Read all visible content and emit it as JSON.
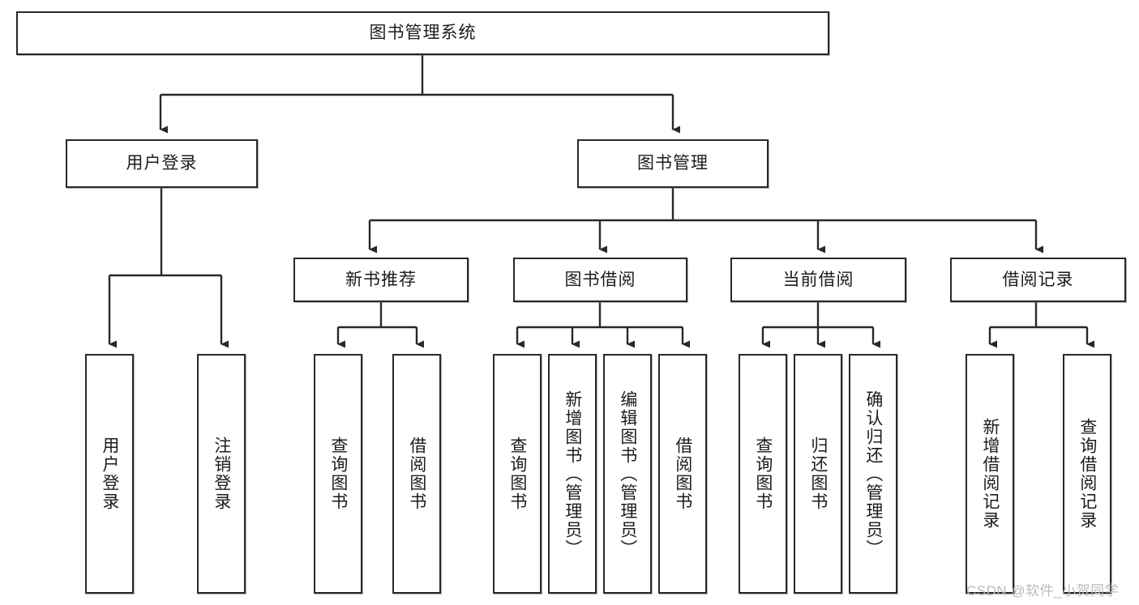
{
  "diagram": {
    "type": "tree-hierarchy-chart",
    "title": "图书管理系统",
    "orientation": "top-down",
    "colors": {
      "box_border": "#26282b",
      "box_fill": "#ffffff",
      "connector": "#26282b",
      "text": "#1b1c1d",
      "watermark": "#b9bbbe",
      "background": "#ffffff"
    },
    "levels": {
      "root": {
        "label": "图书管理系统"
      },
      "level2": [
        {
          "label": "用户登录"
        },
        {
          "label": "图书管理"
        }
      ],
      "level3": [
        {
          "label": "新书推荐"
        },
        {
          "label": "图书借阅"
        },
        {
          "label": "当前借阅"
        },
        {
          "label": "借阅记录"
        }
      ],
      "leaves": {
        "user_login": [
          {
            "label": "用户登录"
          },
          {
            "label": "注销登录"
          }
        ],
        "new_book_recommend": [
          {
            "label": "查询图书"
          },
          {
            "label": "借阅图书"
          }
        ],
        "book_borrow": [
          {
            "label": "查询图书"
          },
          {
            "label": "新增图书（管理员）"
          },
          {
            "label": "编辑图书（管理员）"
          },
          {
            "label": "借阅图书"
          }
        ],
        "current_borrow": [
          {
            "label": "查询图书"
          },
          {
            "label": "归还图书"
          },
          {
            "label": "确认归还（管理员）"
          }
        ],
        "borrow_record": [
          {
            "label": "新增借阅记录"
          },
          {
            "label": "查询借阅记录"
          }
        ]
      }
    }
  },
  "watermark": {
    "text": "CSDN @软件_小贺同学"
  }
}
